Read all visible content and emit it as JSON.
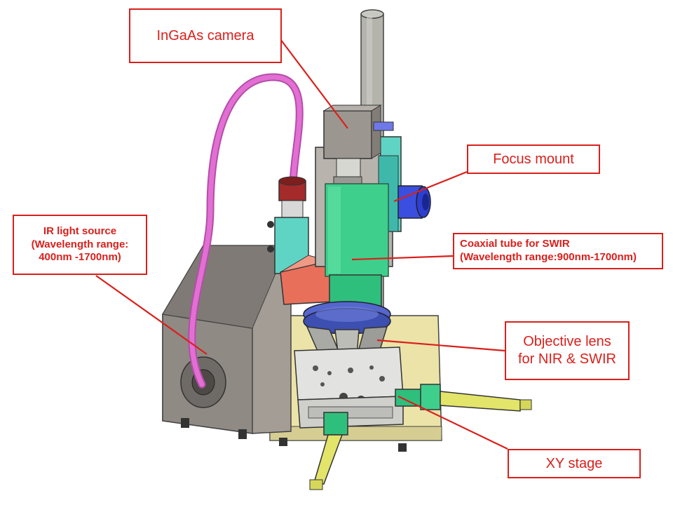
{
  "callouts": {
    "camera": {
      "lines": [
        "InGaAs camera"
      ]
    },
    "focus_mount": {
      "lines": [
        "Focus mount"
      ]
    },
    "ir_source": {
      "lines": [
        "IR light source",
        "(Wavelength range:",
        "400nm -1700nm)"
      ]
    },
    "coaxial_tube": {
      "lines": [
        "Coaxial tube for SWIR",
        "(Wavelength range:900nm-1700nm)"
      ]
    },
    "objective_lens": {
      "lines": [
        "Objective lens",
        "for NIR & SWIR"
      ]
    },
    "xy_stage": {
      "lines": [
        "XY stage"
      ]
    }
  },
  "colors": {
    "callout_red": "#d9201c",
    "fiber_pink": "#e36fd4",
    "light_source_gray": "#8f8a84",
    "base_plate": "#ece3a8",
    "coaxial_green": "#3fcf8c",
    "teal_block": "#5fd4c4",
    "salmon_block": "#e8705a",
    "lens_cap_red": "#a52a2a",
    "micrometer_yellow": "#e3e46a",
    "knob_blue": "#2d3fd0",
    "ring_blue": "#5566cc",
    "stage_gray": "#d4d4d4"
  }
}
